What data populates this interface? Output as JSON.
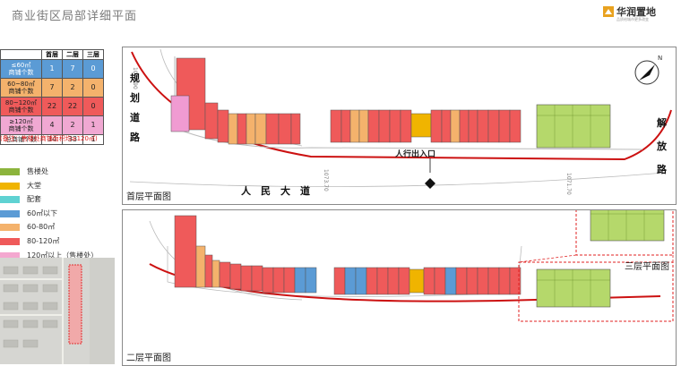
{
  "header": {
    "title": "商业街区局部详细平面",
    "brand_name": "华润置地",
    "brand_slogan": "品质给城市更多改变",
    "brand_color": "#e9a21f"
  },
  "stats": {
    "headers": [
      "",
      "首层",
      "二层",
      "三层"
    ],
    "rows": [
      {
        "label": "≤60㎡\n商铺个数",
        "values": [
          "1",
          "7",
          "0"
        ],
        "color": "#5b9bd5"
      },
      {
        "label": "60~80㎡\n商铺个数",
        "values": [
          "7",
          "2",
          "0"
        ],
        "color": "#f4b26c"
      },
      {
        "label": "80~120㎡\n商铺个数",
        "values": [
          "22",
          "22",
          "0"
        ],
        "color": "#ef5a5a"
      },
      {
        "label": "≥120㎡\n商铺个数",
        "values": [
          "4",
          "2",
          "1"
        ],
        "color": "#f0a8d2"
      },
      {
        "label": "总商铺个数",
        "values": [
          "34",
          "33",
          "1"
        ],
        "color": "#ffffff"
      }
    ],
    "note": "(备注：售楼处商铺面积均≥120㎡)"
  },
  "legend": [
    {
      "label": "售楼处",
      "color": "#8cb43c"
    },
    {
      "label": "大堂",
      "color": "#f0b400"
    },
    {
      "label": "配套",
      "color": "#5fd2d2"
    },
    {
      "label": "60㎡以下",
      "color": "#5b9bd5"
    },
    {
      "label": "60-80㎡",
      "color": "#f4b26c"
    },
    {
      "label": "80-120㎡",
      "color": "#ef5a5a"
    },
    {
      "label": "120㎡以上（售楼处）",
      "color": "#f4a8d0"
    }
  ],
  "plan1": {
    "label": "首层平面图",
    "road_left": [
      "规",
      "划",
      "道",
      "路"
    ],
    "road_right": [
      "解",
      "放",
      "路"
    ],
    "road_bottom": "人　民　大　道",
    "entrance": "人行出入口",
    "compass": "N",
    "elev_left": "1073.70",
    "elev_right": "1071.70",
    "elev_top": "1078.90"
  },
  "plan2": {
    "label": "二层平面图",
    "inset_label": "三层平面图"
  }
}
